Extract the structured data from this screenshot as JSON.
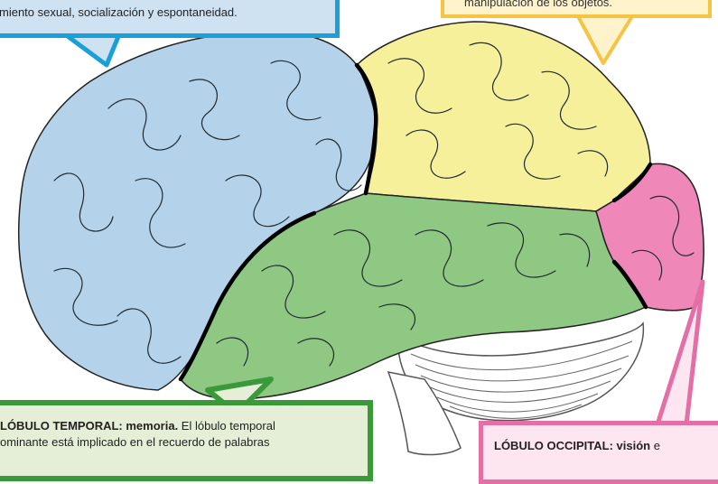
{
  "labels": {
    "frontal": {
      "line1": "miento sexual, socialización y espontaneidad."
    },
    "parietal": {
      "line1": "manipulación de los objetos."
    },
    "temporal": {
      "title": "LÓBULO TEMPORAL: memoria.",
      "text1": " El lóbulo temporal",
      "line2": "ominante está implicado en el recuerdo de palabras"
    },
    "occipital": {
      "title": "LÓBULO OCCIPITAL: visión",
      "text1": " e"
    }
  },
  "colors": {
    "frontal_fill": "#b4d3ea",
    "parietal_fill": "#f7f09b",
    "temporal_fill": "#8fc883",
    "occipital_fill": "#ef88b8",
    "frontal_border": "#1aa0d8",
    "parietal_border": "#f6c343",
    "temporal_border": "#3a9a3a",
    "occipital_border": "#e46fa6"
  }
}
